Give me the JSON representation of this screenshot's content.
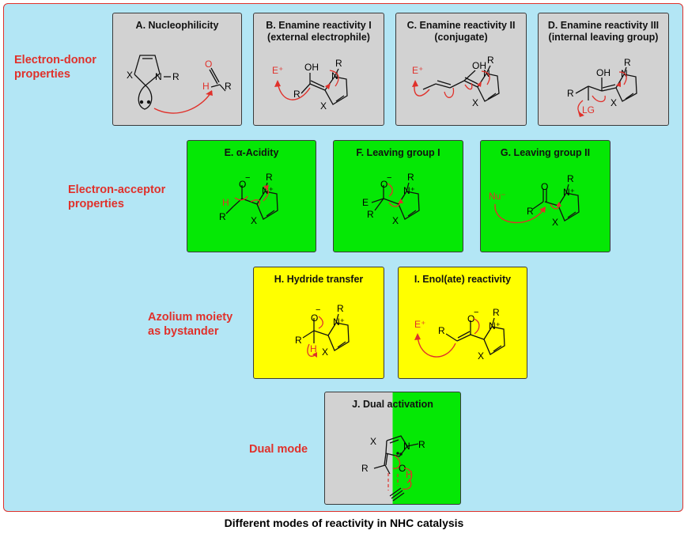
{
  "caption": "Different modes of reactivity in NHC catalysis",
  "section_labels": {
    "donor": "Electron-donor\nproperties",
    "acceptor": "Electron-acceptor\nproperties",
    "bystander": "Azolium moiety\nas bystander",
    "dual": "Dual mode"
  },
  "cards": {
    "a": {
      "title": "A. Nucleophilicity"
    },
    "b": {
      "title": "B. Enamine reactivity I\n(external electrophile)"
    },
    "c": {
      "title": "C. Enamine reactivity II\n(conjugate)"
    },
    "d": {
      "title": "D. Enamine reactivity III\n(internal leaving group)"
    },
    "e": {
      "title": "E. α-Acidity"
    },
    "f": {
      "title": "F. Leaving group I"
    },
    "g": {
      "title": "G. Leaving group II"
    },
    "h": {
      "title": "H. Hydride transfer"
    },
    "i": {
      "title": "I. Enol(ate) reactivity"
    },
    "j": {
      "title": "J. Dual activation"
    }
  },
  "atoms": {
    "X": "X",
    "N": "N",
    "R": "R",
    "O": "O",
    "OH": "OH",
    "H": "H",
    "E": "E",
    "E_plus": "E⁺",
    "LG": "LG",
    "Nu_minus": "Nu⁻",
    "N_plus": "N⁺",
    "minus": "−"
  },
  "colors": {
    "frame_bg": "#b3e6f5",
    "frame_border": "#e0312b",
    "grey_card": "#d2d2d2",
    "green_card": "#05e805",
    "yellow_card": "#ffff00",
    "arrow_red": "#e0312b"
  }
}
